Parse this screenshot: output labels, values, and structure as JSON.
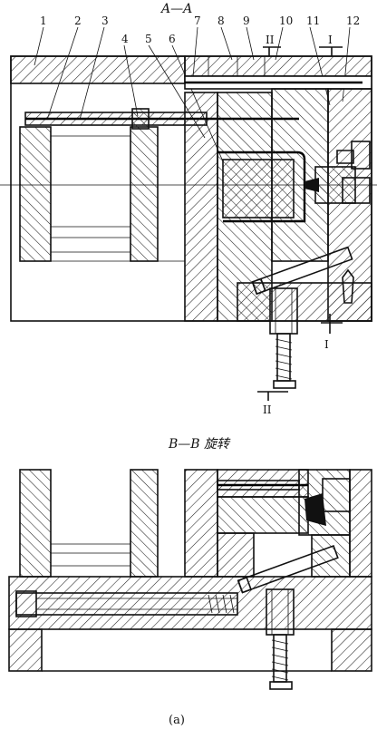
{
  "titles": {
    "top": "A—A",
    "middle": "B—B 旋转",
    "caption": "(a)"
  },
  "part_numbers": [
    "1",
    "2",
    "3",
    "4",
    "5",
    "6",
    "7",
    "8",
    "9",
    "10",
    "11",
    "12"
  ],
  "section_marks": {
    "roman_one": "I",
    "roman_two": "II"
  }
}
